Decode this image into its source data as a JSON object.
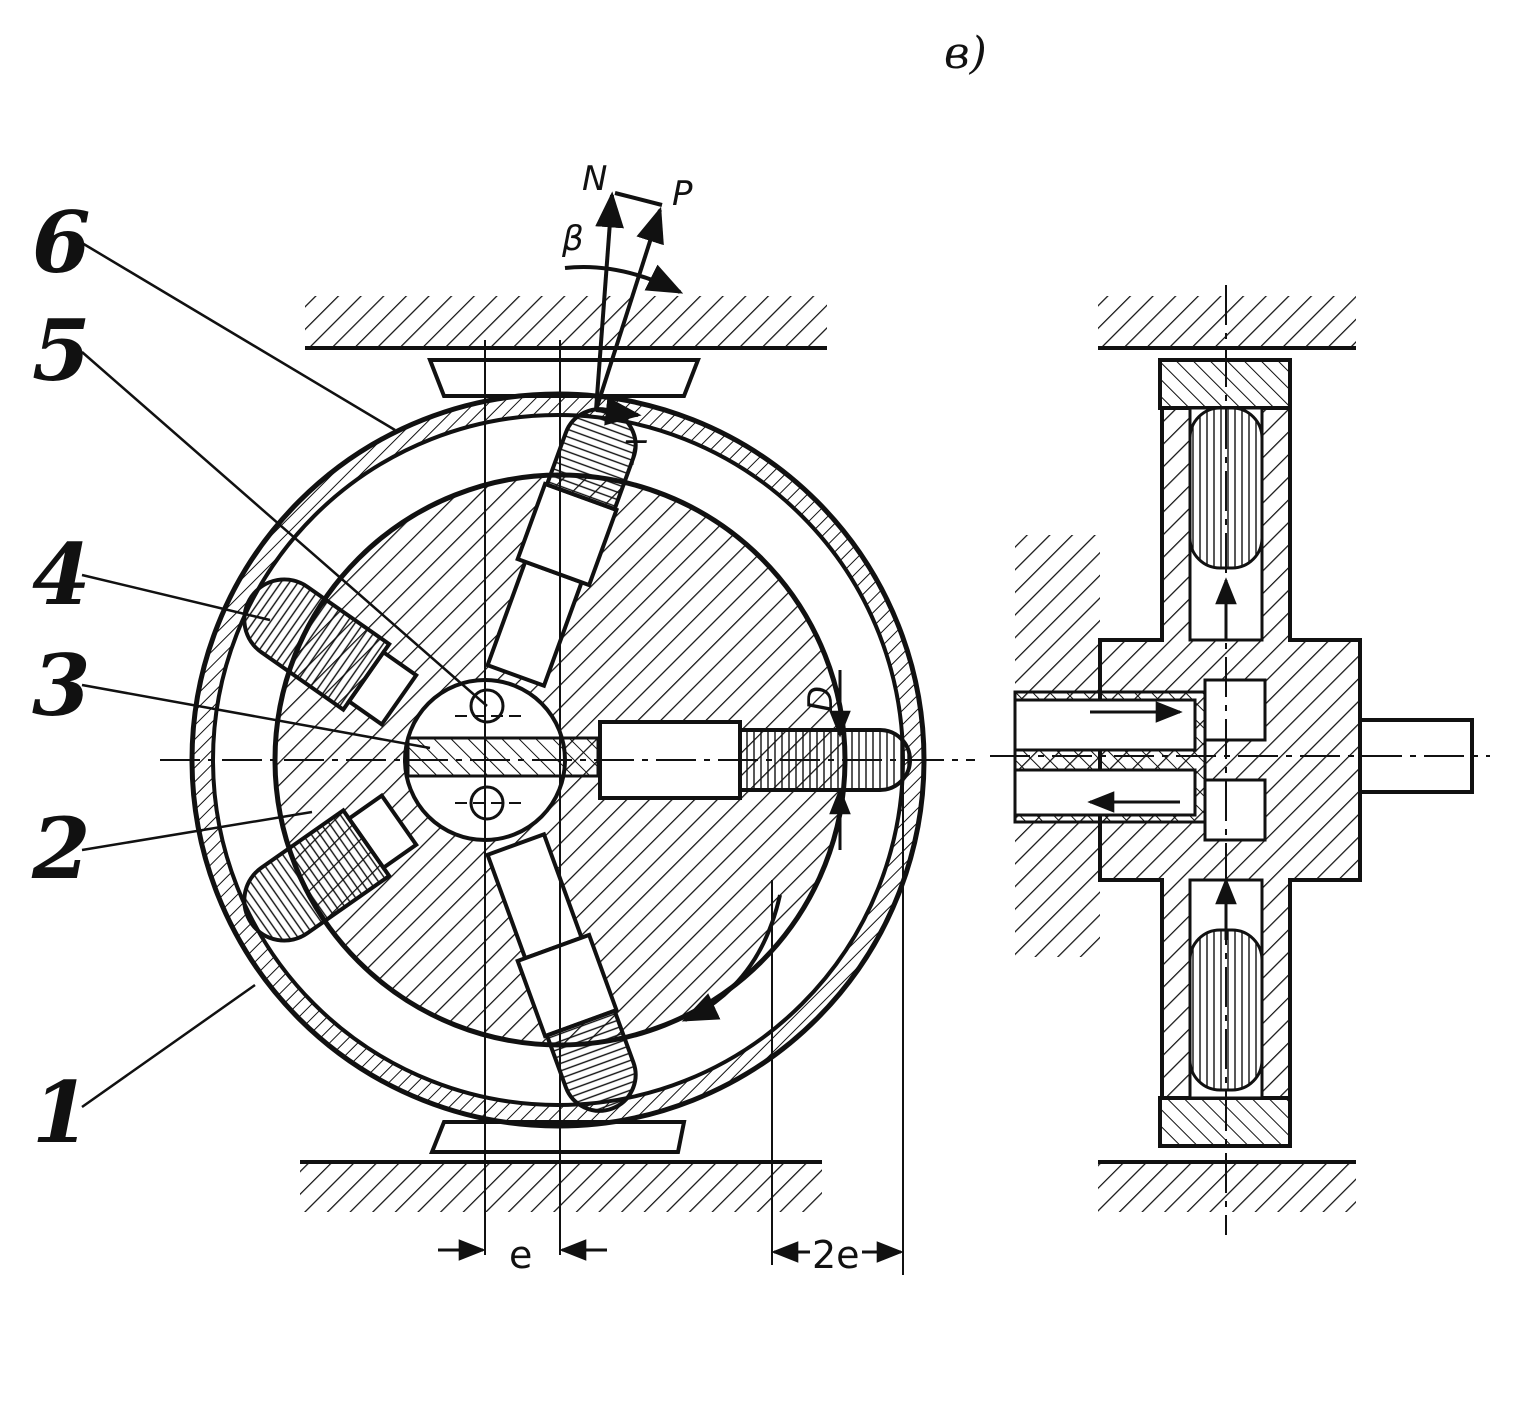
{
  "figure": {
    "sublabel": "в)"
  },
  "callouts": [
    {
      "id": "6",
      "text": "6"
    },
    {
      "id": "5",
      "text": "5"
    },
    {
      "id": "4",
      "text": "4"
    },
    {
      "id": "3",
      "text": "3"
    },
    {
      "id": "2",
      "text": "2"
    },
    {
      "id": "1",
      "text": "1"
    }
  ],
  "force_labels": {
    "normal": "N",
    "pressure": "P",
    "angle": "β",
    "tangential": "T"
  },
  "dimensions": {
    "diameter": "D",
    "eccentricity": "e",
    "stroke": "2e"
  },
  "colors": {
    "ink": "#111111",
    "background": "#ffffff"
  }
}
